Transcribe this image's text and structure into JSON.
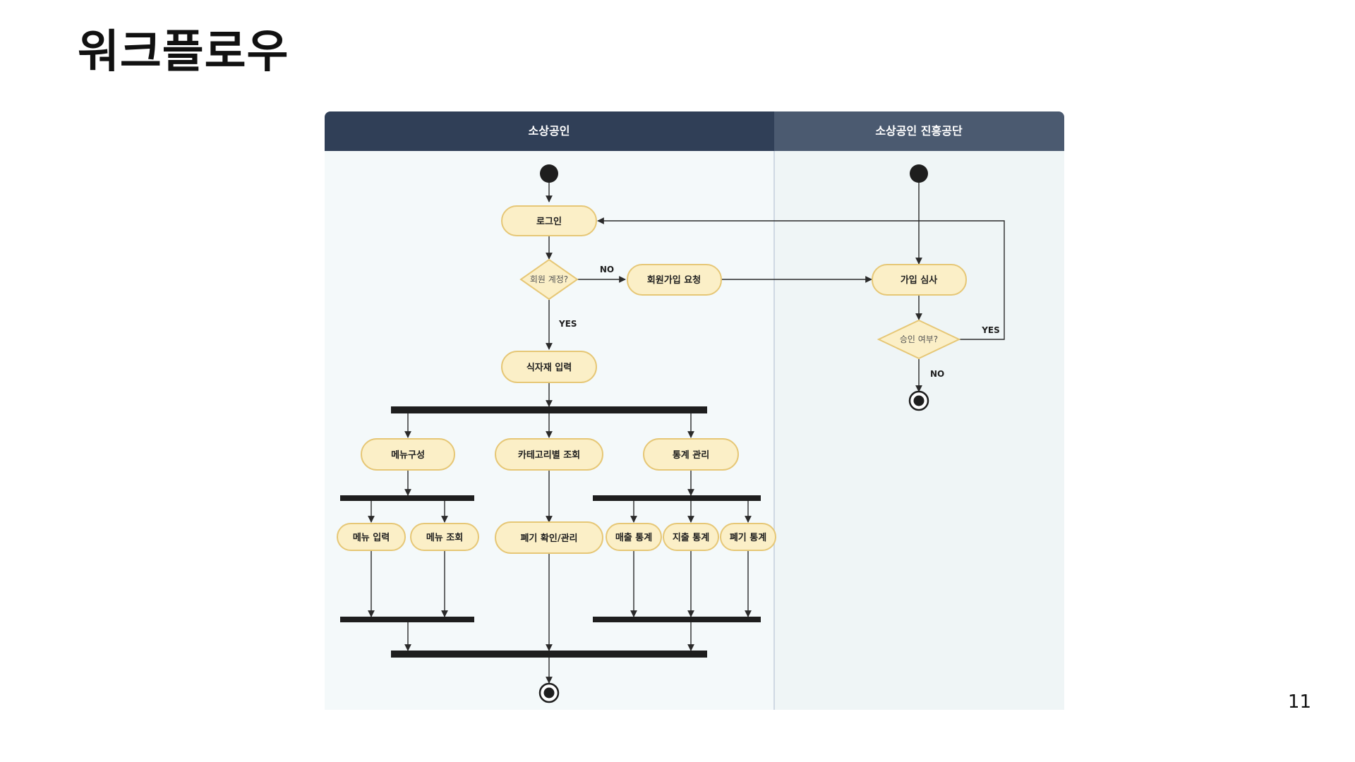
{
  "page": {
    "title": "워크플로우",
    "number": "11"
  },
  "diagram": {
    "colors": {
      "lane1_header": "#303f57",
      "lane2_header": "#4b5a70",
      "lane1_bg": "#f4f9fa",
      "lane2_bg": "#eff5f6",
      "node_fill": "#fbefc7",
      "node_stroke": "#e6c776"
    },
    "lanes": {
      "small_business": "소상공인",
      "agency": "소상공인 진흥공단"
    },
    "nodes": {
      "login": "로그인",
      "member_check": "회원 계정?",
      "signup_request": "회원가입 요청",
      "ingredient_input": "식자재 입력",
      "menu_config": "메뉴구성",
      "category_view": "카테고리별 조회",
      "stats_mgmt": "통계 관리",
      "menu_input": "메뉴 입력",
      "menu_view": "메뉴 조회",
      "waste_check": "폐기 확인/관리",
      "sales_stats": "매출 통계",
      "expense_stats": "지출 통계",
      "waste_stats": "폐기 통계",
      "signup_review": "가입 심사",
      "approval_check": "승인 여부?"
    },
    "edge_labels": {
      "member_no": "NO",
      "member_yes": "YES",
      "approval_yes": "YES",
      "approval_no": "NO"
    }
  }
}
